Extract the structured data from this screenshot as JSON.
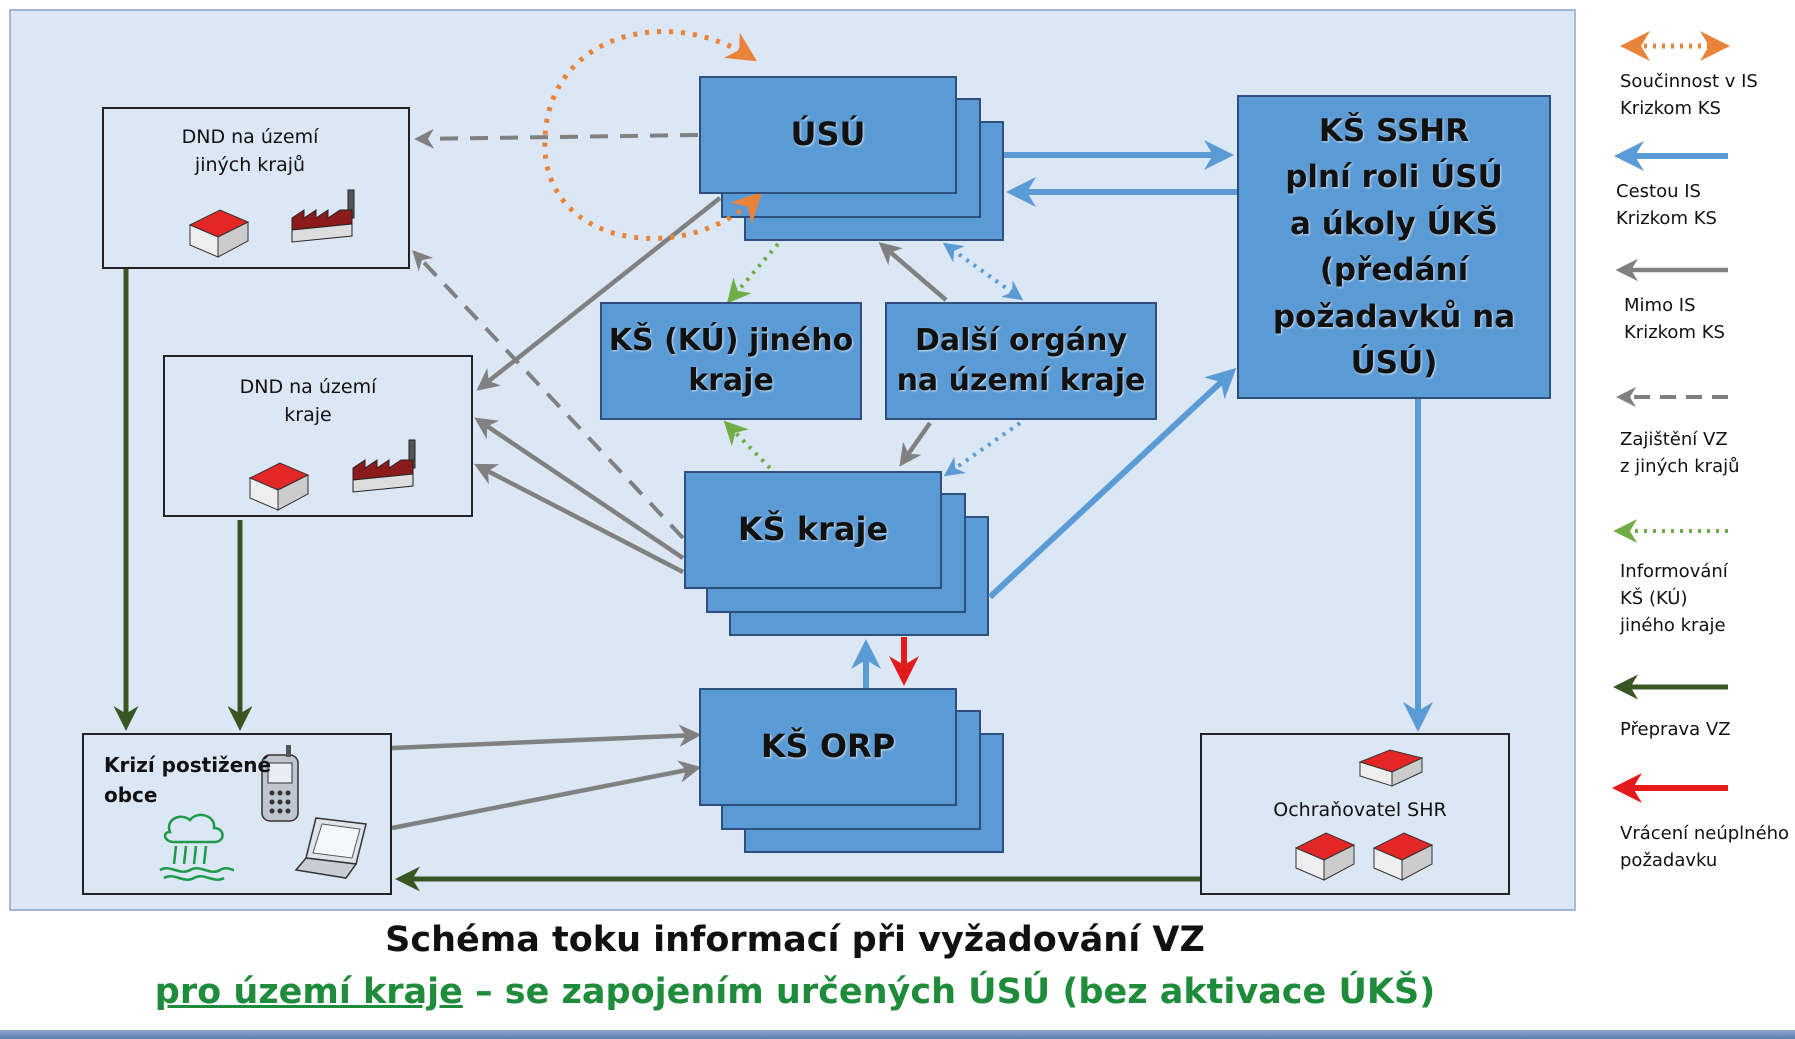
{
  "diagram": {
    "nodes": {
      "usu": "ÚSÚ",
      "ks_sshr": [
        "KŠ SSHR",
        "plní roli ÚSÚ",
        "a úkoly ÚKŠ",
        "(předání",
        "požadavků na",
        "ÚSÚ)"
      ],
      "ks_ku_jineho": [
        "KŠ (KÚ) jiného",
        "kraje"
      ],
      "dalsi_organy": [
        "Další orgány",
        "na území kraje"
      ],
      "ks_kraje": "KŠ kraje",
      "ks_orp": "KŠ ORP",
      "dnd_jinych": [
        "DND na území",
        "jiných krajů"
      ],
      "dnd_kraje": [
        "DND na území",
        "kraje"
      ],
      "krizi_obce": [
        "Krizí postižené",
        "obce"
      ],
      "ochranovatel": "Ochraňovatel SHR"
    },
    "legend": [
      {
        "label": "Součinnost v IS\nKrizkom KS",
        "style": "dotted-bidirectional",
        "color": "#e8833a"
      },
      {
        "label": "Cestou IS\nKrizkom KS",
        "style": "solid",
        "color": "#5b9bd5"
      },
      {
        "label": "Mimo IS\nKrizkom KS",
        "style": "solid",
        "color": "#808080"
      },
      {
        "label": "Zajištění VZ\nz jiných krajů",
        "style": "dashed",
        "color": "#808080"
      },
      {
        "label": "Informování\nKŠ (KÚ)\njiného kraje",
        "style": "dotted",
        "color": "#70ad47"
      },
      {
        "label": "Přeprava VZ",
        "style": "solid",
        "color": "#375623"
      },
      {
        "label": "Vrácení neúplného\npožadavku",
        "style": "solid",
        "color": "#e31b1b"
      }
    ],
    "colors": {
      "background": "#dbe7f4",
      "box_fill": "#5b9bd5",
      "arrow_blue": "#5b9bd5",
      "arrow_gray": "#808080",
      "arrow_green_dark": "#375623",
      "arrow_green_dotted": "#70ad47",
      "arrow_orange": "#e8833a",
      "arrow_red": "#e31b1b"
    }
  },
  "title": {
    "line1": "Schéma toku informací při vyžadování VZ",
    "line2_underlined": "pro území kraje",
    "line2_rest": " – se zapojením určených ÚSÚ (bez aktivace ÚKŠ)"
  }
}
